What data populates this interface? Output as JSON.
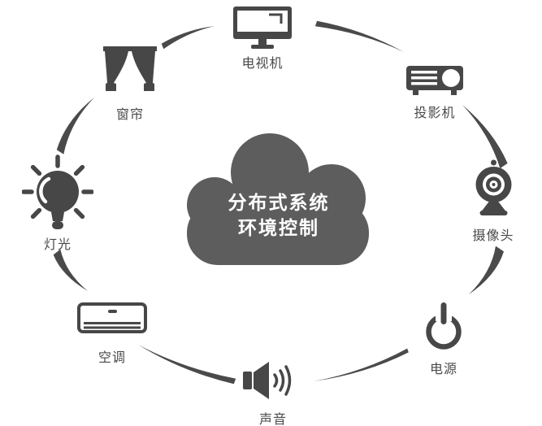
{
  "diagram": {
    "center": {
      "title_line1": "分布式系统",
      "title_line2": "环境控制"
    },
    "nodes": [
      {
        "id": "tv",
        "label": "电视机",
        "icon": "tv-icon"
      },
      {
        "id": "projector",
        "label": "投影机",
        "icon": "projector-icon"
      },
      {
        "id": "camera",
        "label": "摄像头",
        "icon": "webcam-icon"
      },
      {
        "id": "power",
        "label": "电源",
        "icon": "power-icon"
      },
      {
        "id": "sound",
        "label": "声音",
        "icon": "speaker-icon"
      },
      {
        "id": "ac",
        "label": "空调",
        "icon": "air-conditioner-icon"
      },
      {
        "id": "light",
        "label": "灯光",
        "icon": "light-bulb-icon"
      },
      {
        "id": "curtain",
        "label": "窗帘",
        "icon": "curtain-icon"
      }
    ],
    "colors": {
      "icon": "#474747",
      "cloud": "#5d5d5d",
      "cloud_text": "#ffffff",
      "label": "#4a4a4a",
      "background": "#ffffff"
    }
  }
}
